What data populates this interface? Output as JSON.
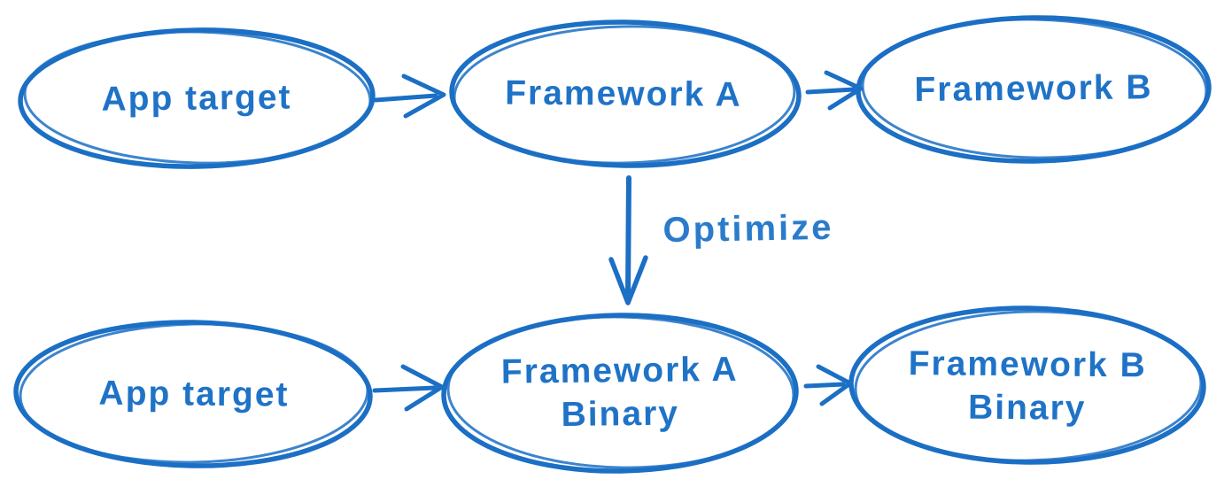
{
  "colors": {
    "ink": "#1b6fc4",
    "text": "#1f73c7",
    "background": "#ffffff"
  },
  "nodes": [
    {
      "id": "top-app-target",
      "label": "App target"
    },
    {
      "id": "top-framework-a",
      "label": "Framework A"
    },
    {
      "id": "top-framework-b",
      "label": "Framework B"
    },
    {
      "id": "bottom-app-target",
      "label": "App target"
    },
    {
      "id": "bottom-framework-a-binary",
      "label": "Framework A",
      "label_line2": "Binary"
    },
    {
      "id": "bottom-framework-b-binary",
      "label": "Framework B",
      "label_line2": "Binary"
    }
  ],
  "edges": [
    {
      "id": "top-app-to-framework-a",
      "from": "App target",
      "to": "Framework A",
      "label": ""
    },
    {
      "id": "framework-a-to-framework-b",
      "from": "Framework A",
      "to": "Framework B",
      "label": ""
    },
    {
      "id": "optimize",
      "from": "Framework A",
      "to": "Framework A Binary",
      "label": "Optimize"
    },
    {
      "id": "bottom-app-to-framework-a-binary",
      "from": "App target",
      "to": "Framework A Binary",
      "label": ""
    },
    {
      "id": "framework-a-binary-to-framework-b-binary",
      "from": "Framework A Binary",
      "to": "Framework B Binary",
      "label": ""
    }
  ]
}
